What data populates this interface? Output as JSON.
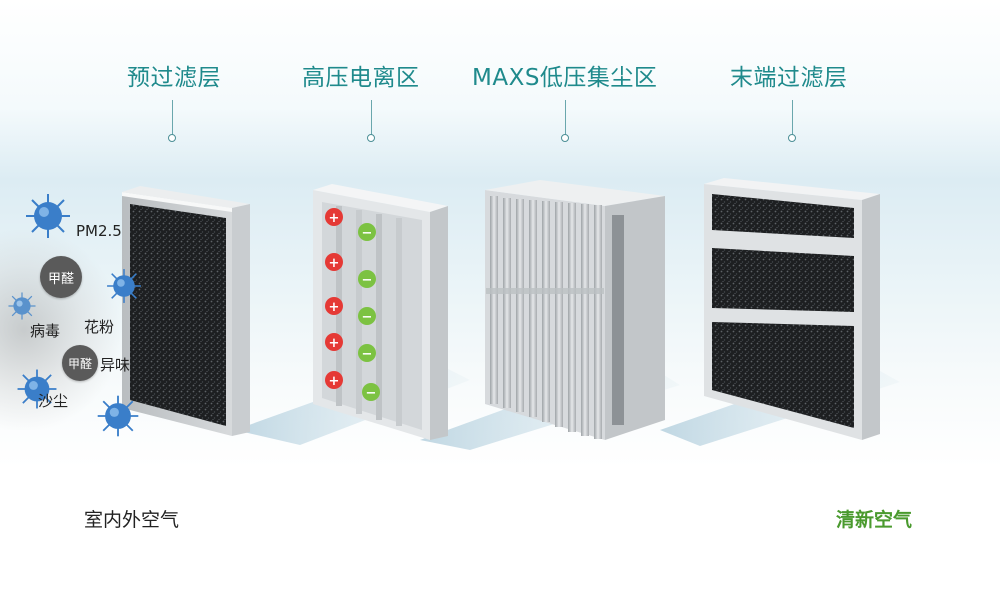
{
  "stages": [
    {
      "label": "预过滤层"
    },
    {
      "label": "高压电离区"
    },
    {
      "label": "MAXS低压集尘区"
    },
    {
      "label": "末端过滤层"
    }
  ],
  "pollutants": {
    "pm25": "PM2.5",
    "formaldehyde_1": "甲醛",
    "virus": "病毒",
    "pollen": "花粉",
    "formaldehyde_2": "甲醛",
    "odor": "异味",
    "dust": "沙尘"
  },
  "bottom": {
    "left_label": "室内外空气",
    "right_label": "清新空气"
  },
  "ionization_signs": {
    "positive": "+",
    "negative": "−"
  },
  "colors": {
    "title": "#1f8a8c",
    "clean_air": "#4a9a2e",
    "positive": "#e53935",
    "negative": "#7cc242",
    "virus": "#3a7ec9"
  },
  "icons": {
    "virus": "virus-icon",
    "callout": "callout-dot-icon"
  }
}
